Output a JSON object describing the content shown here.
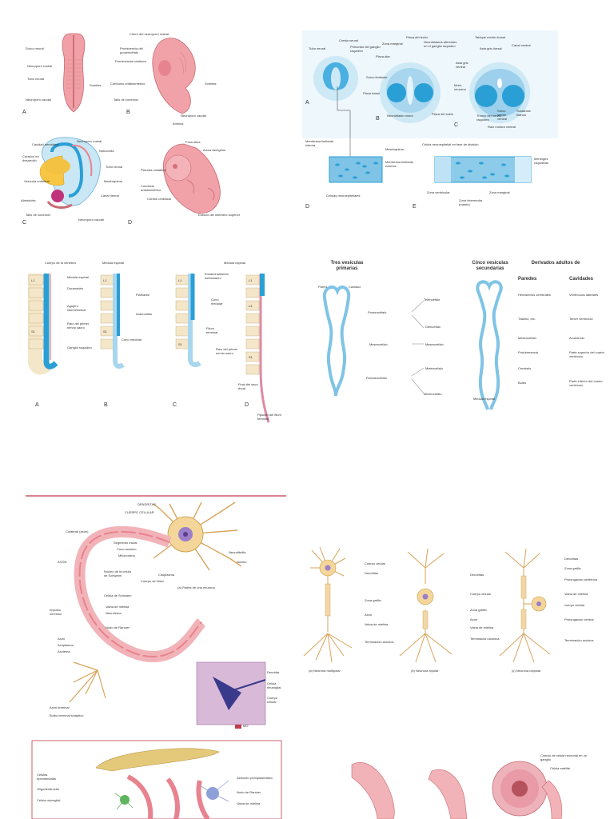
{
  "panel1": {
    "a_labels": [
      "Surco neural",
      "Neuroporo rostral",
      "Tubo neural",
      "Somitas",
      "Neuroporo caudal"
    ],
    "b_labels": [
      "Cierre del neuroporo rostral",
      "Prominencia del prosencéfalo",
      "Prominencia cardíaca",
      "Somitas",
      "Conducto onfaloentérico",
      "Tallo de conexión",
      "Neuroporo caudal",
      "Amnios"
    ],
    "c_labels": [
      "Cavidad amniótica",
      "Neuroporo rostral",
      "Corazón en desarrollo",
      "Notocorda",
      "Tubo neural",
      "Vesícula umbilical",
      "Mesénquima",
      "Alantoides",
      "Canal neural",
      "Tallo de conexión",
      "Neuroporo caudal"
    ],
    "d_labels": [
      "Fosa ótica",
      "Arcos faríngeos",
      "Placoda cristalina",
      "Conducto onfaloentérico",
      "Cordón umbilical",
      "Esbozo del miembro superior"
    ],
    "letters": [
      "A",
      "B",
      "C",
      "D"
    ]
  },
  "panel2": {
    "top_labels": [
      "Cresta neural",
      "Tubo neural",
      "Primordio del ganglio raquídeo",
      "Zona marginal",
      "Placa del techo",
      "Neuroblastos aferentes en el ganglio raquídeo",
      "Tabique medio dorsal",
      "Canal central",
      "Placa alar",
      "Asta gris dorsal",
      "Surco limitante",
      "Asta gris ventral",
      "Placa basal",
      "Moto-neurona",
      "Neuroblasto motor",
      "Placa del suelo",
      "Tronco del nervio raquídeo",
      "Surco medio ventral",
      "Sustancia blanca",
      "Raíz motora ventral"
    ],
    "bottom_labels": [
      "Membrana limitante interna",
      "Mesénquima",
      "Membrana limitante externa",
      "Células neuroepiteliales",
      "Célula neuroepitelial en fase de división",
      "Meninges raquídeas",
      "Zona ventricular",
      "Zona marginal",
      "Zona intermedia (manto)"
    ],
    "letters": [
      "A",
      "B",
      "C",
      "D",
      "E"
    ]
  },
  "panel3": {
    "labels": [
      "Cuerpo de la vértebra",
      "Médula espinal",
      "Duramadre",
      "Agujero intervertebral",
      "Raíz del primer nervio sacro",
      "Ganglio raquídeo",
      "Piamadre",
      "Aracnoides",
      "Cono medular",
      "Ensanchamiento lumbosacro",
      "Filum terminal",
      "Final del saco dural",
      "Fijación del filum terminal"
    ],
    "vert_labels": [
      "L1",
      "S1",
      "L3"
    ],
    "letters": [
      "A",
      "B",
      "C",
      "D"
    ]
  },
  "panel4": {
    "headers": [
      "Tres vesículas primarias",
      "Cinco vesículas secundarias",
      "Derivados adultos de",
      "Paredes",
      "Cavidades"
    ],
    "wall_labels": [
      "Pared",
      "Cavidad"
    ],
    "primary": [
      "Prosencéfalo",
      "Mesencéfalo",
      "Rombencéfalo"
    ],
    "secondary": [
      "Telencéfalo",
      "Diencéfalo",
      "Mesencéfalo",
      "Metencéfalo",
      "Mielencéfalo"
    ],
    "walls": [
      "Hemisferios cerebrales",
      "Tálamo, etc.",
      "Mesencéfalo",
      "Protuberancia",
      "Cerebelo",
      "Bulbo"
    ],
    "cavities": [
      "Ventrículos laterales",
      "Tercer ventrículo",
      "Acueducto",
      "Parte superior del cuarto ventrículo",
      "Parte inferior del cuarto ventrículo"
    ],
    "bottom": "Médula espinal"
  },
  "panel5": {
    "labels": [
      "DENDRITAS",
      "CUERPO CELULAR",
      "Colateral (axón)",
      "Segmento inicial",
      "Cono axónico",
      "Mitocondria",
      "AXÓN",
      "Núcleo de la célula de Schwann",
      "Citoplasma",
      "Neurofibrilla",
      "Núcleo",
      "Cuerpo de Nissl",
      "Célula de Schwann",
      "Vaina de mielina",
      "Neurolema",
      "Impulso nervioso",
      "Nodo de Ranvier",
      "Axón",
      "Axoplasma",
      "Axolema",
      "Axón terminal",
      "Bulbo terminal sináptico",
      "Dendrita",
      "Célula neuroglial",
      "Cuerpo celular"
    ],
    "caption": "(a) Partes de una neurona",
    "badge": "MO"
  },
  "panel6": {
    "labels_a": [
      "Cuerpo celular",
      "Dendritas",
      "Zona gatillo",
      "Axón",
      "Vaina de mielina",
      "Terminación axónica"
    ],
    "labels_b": [
      "Dendritas",
      "Cuerpo celular",
      "Zona gatillo",
      "Axón",
      "Vaina de mielina",
      "Terminación axónica"
    ],
    "labels_c": [
      "Dendritas",
      "Zona gatillo",
      "Prolongación periférica",
      "Vaina de mielina",
      "cuerpo celular",
      "Prolongación central",
      "Terminación axónica"
    ],
    "captions": [
      "(a) Neurona multipolar",
      "(b) Neurona bipolar",
      "(c) Neurona unipolar"
    ]
  },
  "panel7": {
    "labels": [
      "Células ependimarias",
      "Oligodendrocito",
      "Célula microglial",
      "Astrocito protoplasmático",
      "Nodo de Ranvier",
      "Vaina de mielina"
    ]
  },
  "panel8": {
    "labels": [
      "Cuerpo de célula neuronal en un ganglio",
      "Célula satélite"
    ]
  },
  "colors": {
    "pink": "#e8828f",
    "skin": "#f2b3b8",
    "blue": "#7fc4e6",
    "deep_blue": "#2a9fd6",
    "yellow": "#f7c642",
    "bone": "#f4e6c8"
  }
}
